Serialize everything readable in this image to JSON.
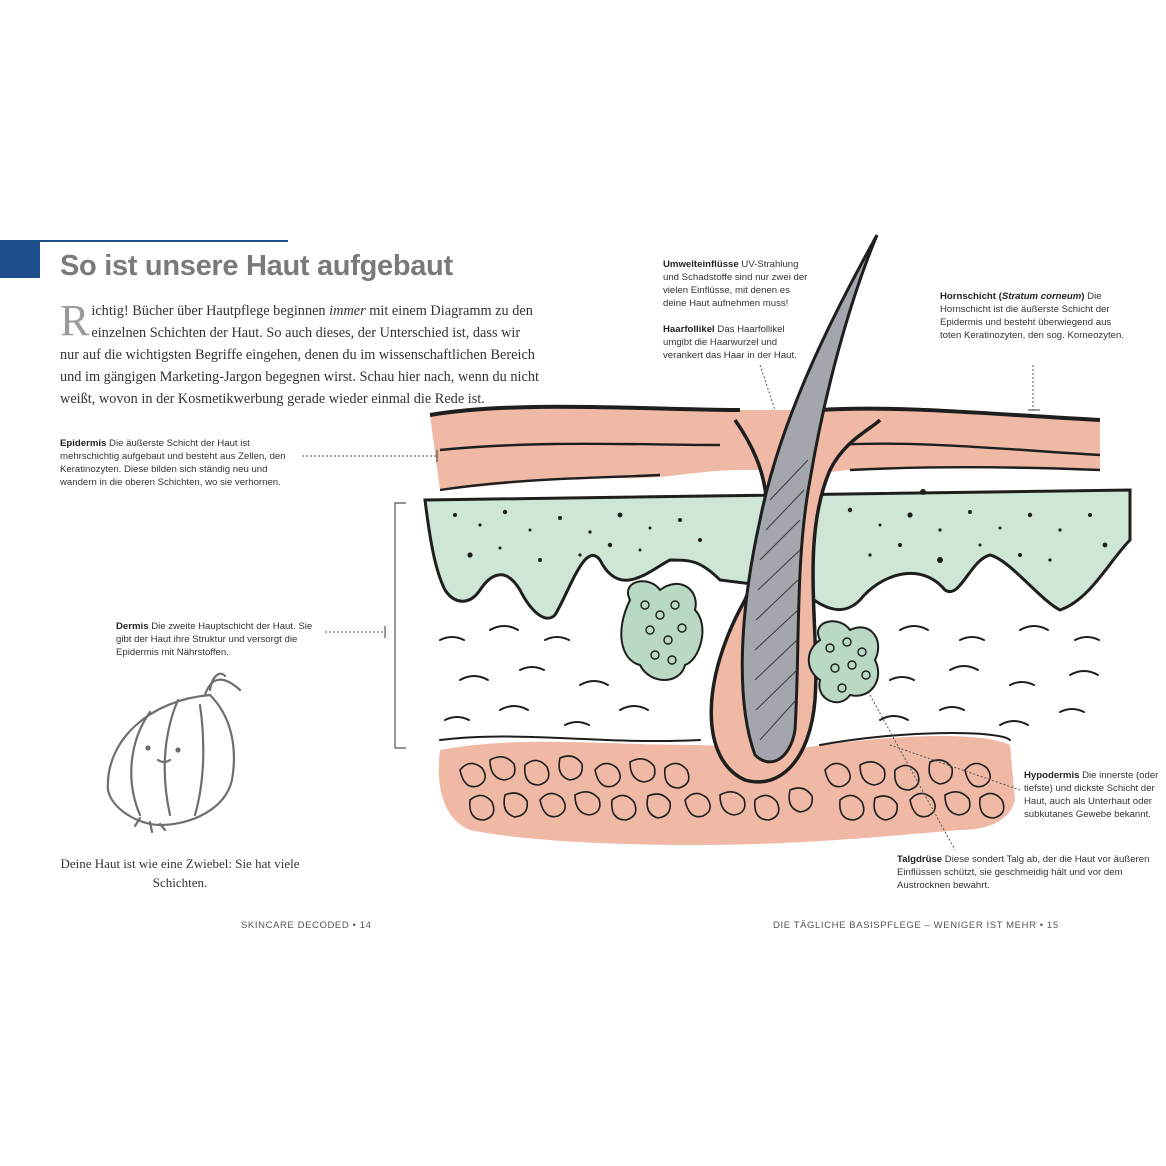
{
  "page": {
    "title": "So ist unsere Haut aufgebaut",
    "intro": {
      "dropcap": "R",
      "part1": "ichtig! Bücher über Hautpflege beginnen ",
      "emph": "immer",
      "part2": " mit einem Diagramm zu den einzelnen Schichten der Haut. So auch dieses, der Unterschied ist, dass wir nur auf die wichtigsten Begriffe eingehen, denen du im wissenschaftlichen Bereich und im gängigen Marketing-Jargon begegnen wirst. Schau hier nach, wenn du nicht weißt, wovon in der Kosmetikwerbung gerade wieder einmal die Rede ist."
    },
    "caption": "Deine Haut ist wie eine Zwiebel: Sie hat viele Schichten.",
    "footer_left": "SKINCARE DECODED  •  14",
    "footer_right": "DIE TÄGLICHE BASISPFLEGE – WENIGER IST MEHR  •  15"
  },
  "labels": {
    "epidermis": {
      "term": "Epidermis",
      "text": " Die äußerste Schicht der Haut ist mehrschichtig aufgebaut und besteht aus Zellen, den Keratinozyten. Diese bilden sich ständig neu und wandern in die oberen Schichten, wo sie verhornen."
    },
    "dermis": {
      "term": "Dermis",
      "text": " Die zweite Hauptschicht der Haut. Sie gibt der Haut ihre Struktur und versorgt die Epidermis mit Nährstoffen."
    },
    "umwelt": {
      "term": "Umwelteinflüsse",
      "text": " UV-Strahlung und Schadstoffe sind nur zwei der vielen Einflüsse, mit denen es deine Haut aufnehmen muss!"
    },
    "haarfollikel": {
      "term": "Haarfollikel",
      "text": " Das Haarfollikel umgibt die Haarwurzel und verankert das Haar in der Haut."
    },
    "hornschicht": {
      "term": "Hornschicht (",
      "term_italic": "Stratum corneum",
      "term_close": ")",
      "text": " Die Hornschicht ist die äußerste Schicht der Epidermis und besteht überwiegend aus toten Keratinozyten, den sog. Korneozyten."
    },
    "hypodermis": {
      "term": "Hypodermis",
      "text": " Die innerste (oder tiefste) und dickste Schicht der Haut, auch als Unterhaut oder subkutanes Gewebe bekannt."
    },
    "talgdruese": {
      "term": "Talgdrüse",
      "text": " Diese sondert Talg ab, der die Haut vor äußeren Einflüssen schützt, sie geschmeidig hält und vor dem Austrocknen bewahrt."
    }
  },
  "colors": {
    "accent": "#1f4e8c",
    "epidermis_pink": "#f0b9a6",
    "dermis_green": "#cfe6d6",
    "outline": "#1e1e1e",
    "hair_gray": "#a3a6ad"
  },
  "icons": {
    "onion": "onion-illustration"
  }
}
